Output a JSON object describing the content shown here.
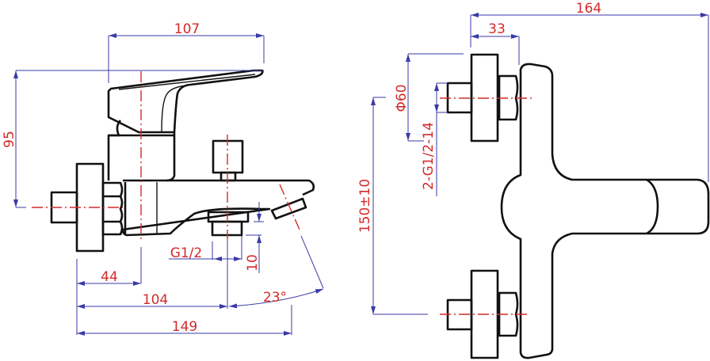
{
  "title": "Bath mixer dimension drawing",
  "colors": {
    "outline": "#111111",
    "dimension_line": "#3a3aa8",
    "label": "#d42a2a",
    "centerline": "#d42a2a"
  },
  "side_view": {
    "dim_handle_reach": "107",
    "dim_height": "95",
    "dim_wall_to_axis": "44",
    "dim_wall_to_outlet": "104",
    "dim_total_depth": "149",
    "dim_outlet_thread": "G1/2",
    "dim_outlet_height": "10",
    "dim_angle": "23°"
  },
  "front_view": {
    "dim_total_width": "164",
    "dim_flange_to_body": "33",
    "dim_flange_diameter": "Φ60",
    "dim_inlet_thread": "2-G1/2-14",
    "dim_inlet_spacing": "150±10"
  }
}
